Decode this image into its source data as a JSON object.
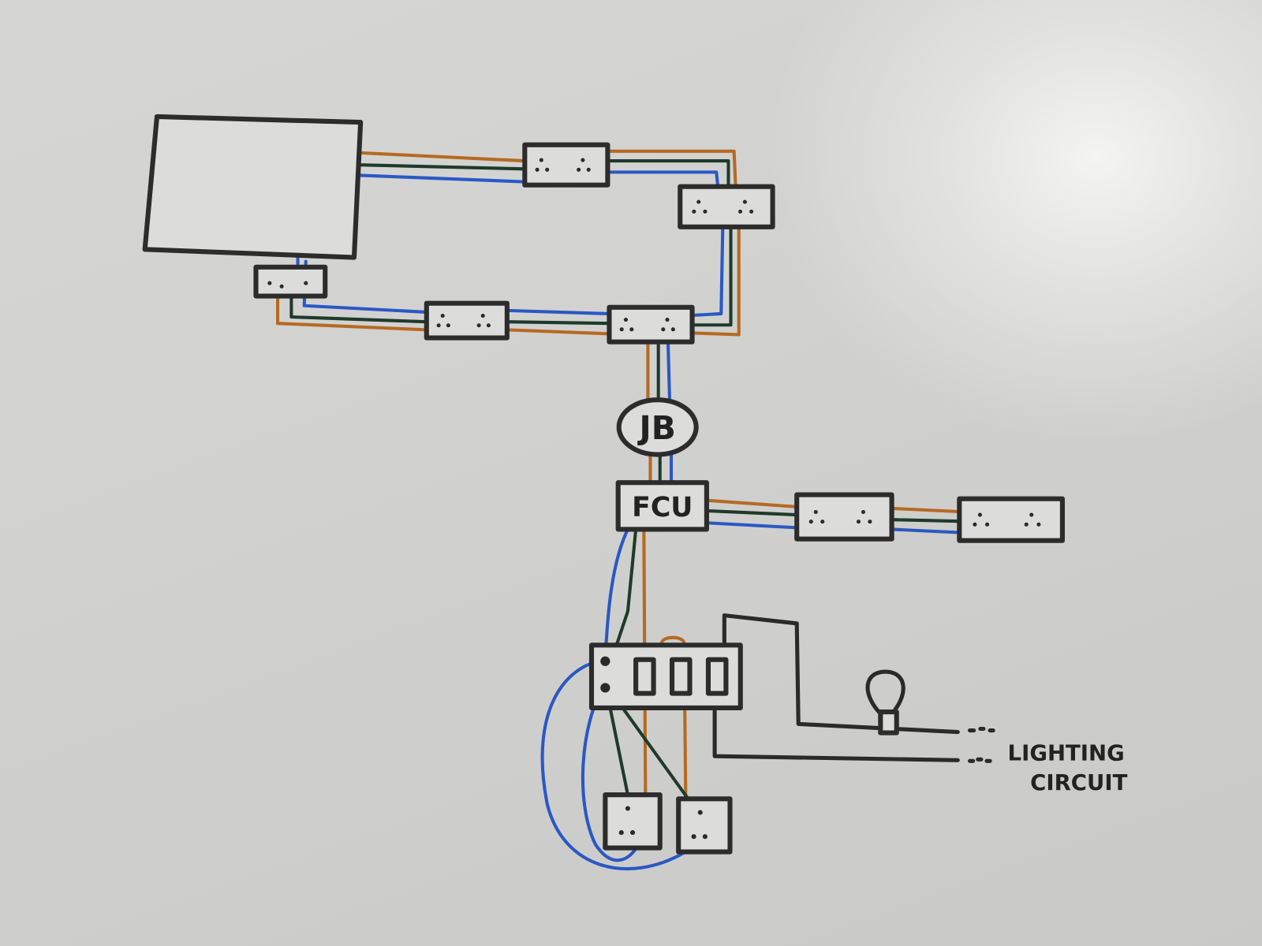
{
  "diagram": {
    "junction_box_label": "JB",
    "fused_connection_unit_label": "FCU",
    "lighting_circuit_label_line1": "LIGHTING",
    "lighting_circuit_label_line2": "CIRCUIT",
    "wire_colors": {
      "live": "#b56a22",
      "earth": "#1e3a2b",
      "neutral": "#2a58c4",
      "lighting": "#2a2a2a"
    }
  }
}
